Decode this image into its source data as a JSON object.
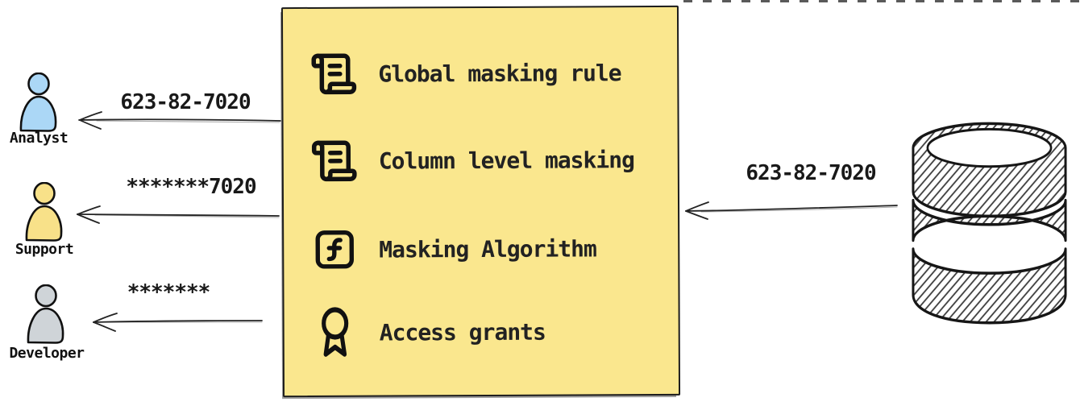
{
  "diagram": {
    "source_database": {
      "icon": "database-icon",
      "value_sent": "623-82-7020"
    },
    "masking_layer": {
      "bg_color": "#FAE78E",
      "items": [
        {
          "icon": "scroll-text-icon",
          "label": "Global masking rule"
        },
        {
          "icon": "scroll-text-icon",
          "label": "Column level masking"
        },
        {
          "icon": "function-icon",
          "label": "Masking Algorithm"
        },
        {
          "icon": "award-icon",
          "label": "Access grants"
        }
      ]
    },
    "consumers": [
      {
        "label": "Analyst",
        "icon": "person-icon",
        "icon_color": "#ABD7F6",
        "value_received": "623-82-7020"
      },
      {
        "label": "Support",
        "icon": "person-icon",
        "icon_color": "#F8E189",
        "value_received": "*******7020"
      },
      {
        "label": "Developer",
        "icon": "person-icon",
        "icon_color": "#CFD4D8",
        "value_received": "*******"
      }
    ],
    "colors": {
      "outline": "#1d1d1d",
      "arrow": "#232323",
      "text": "#1c1c1c"
    }
  }
}
